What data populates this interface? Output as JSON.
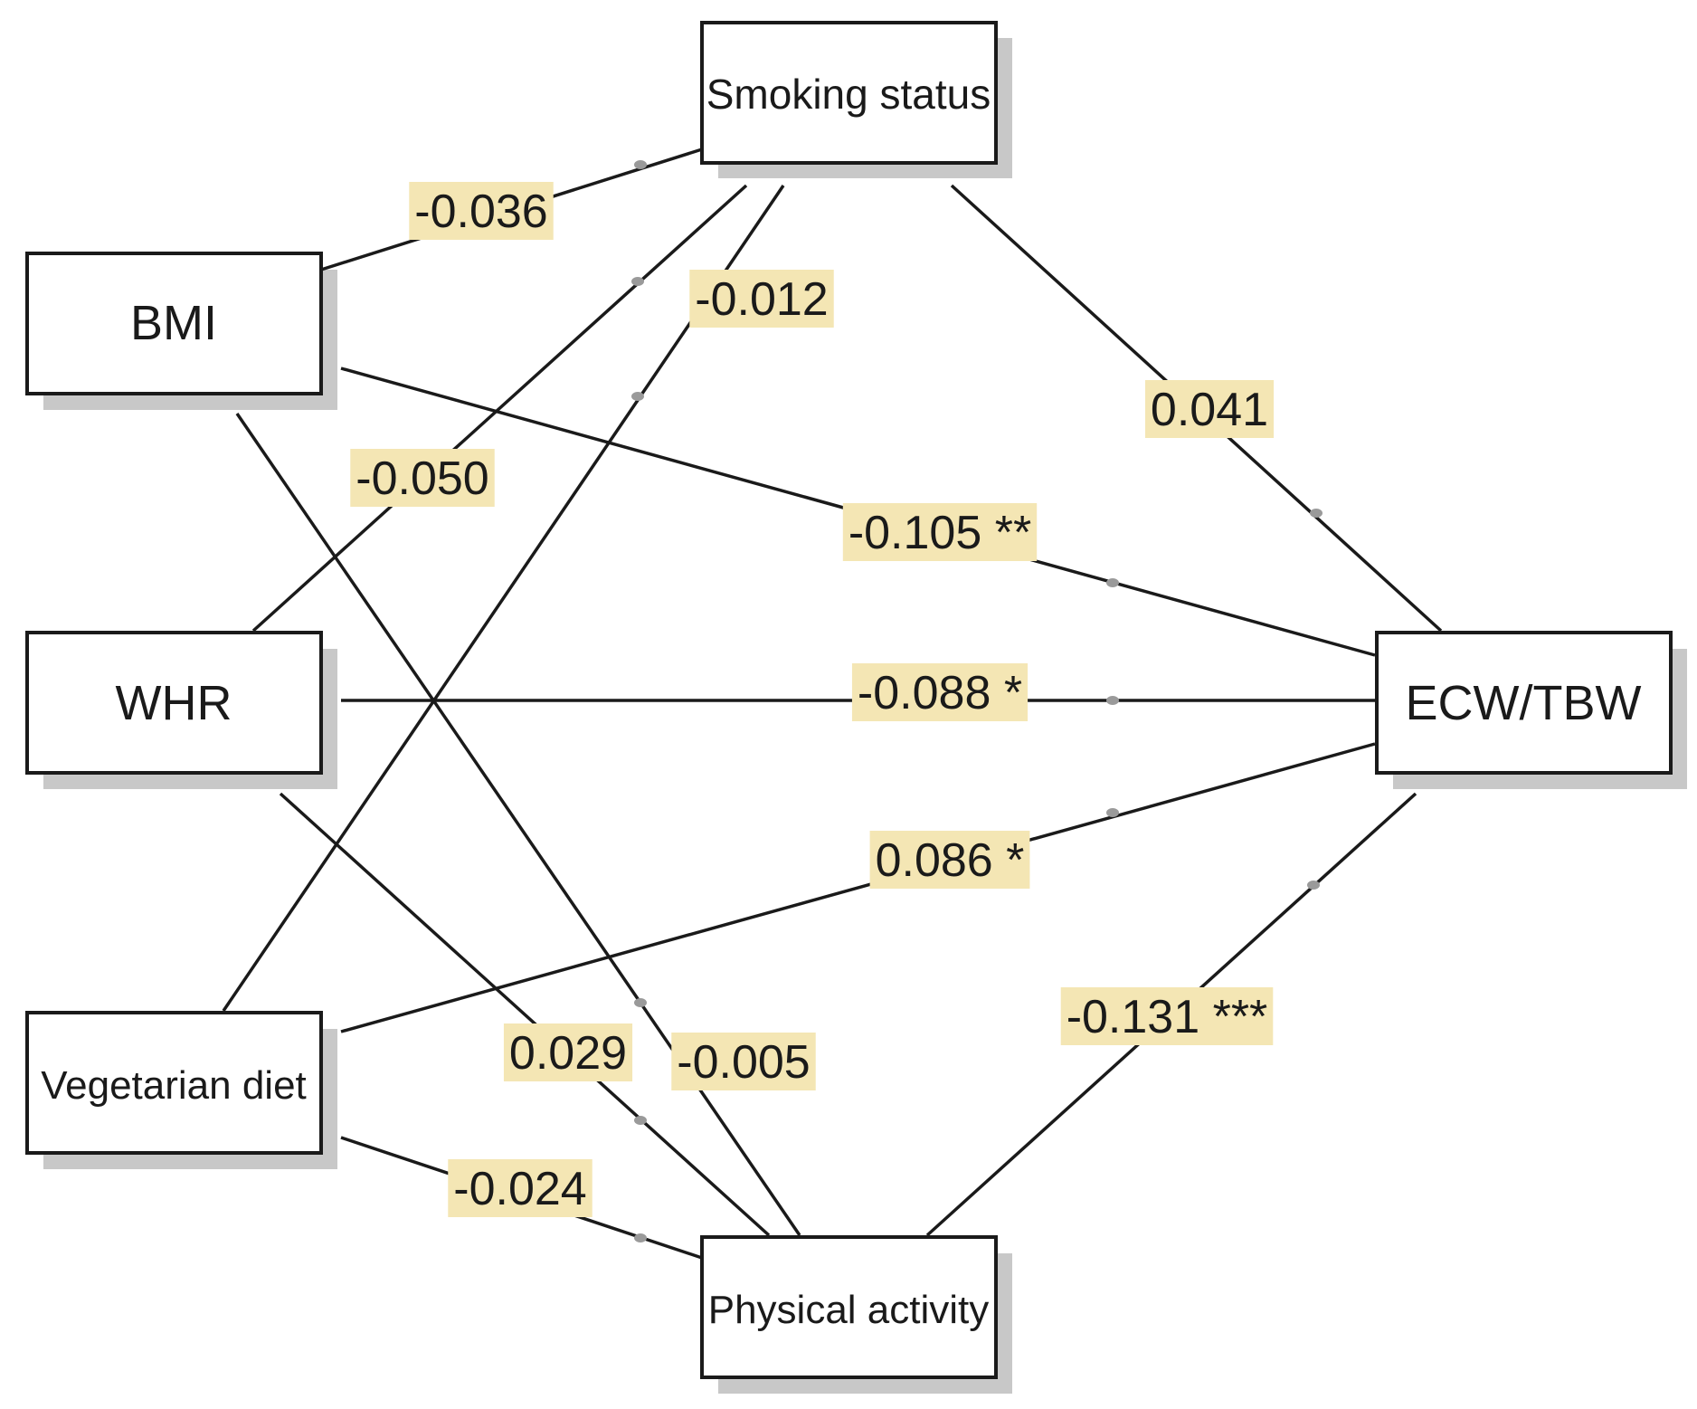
{
  "nodes": [
    {
      "id": "smoking",
      "label": "Smoking status"
    },
    {
      "id": "bmi",
      "label": "BMI"
    },
    {
      "id": "whr",
      "label": "WHR"
    },
    {
      "id": "veg",
      "label": "Vegetarian diet"
    },
    {
      "id": "pa",
      "label": "Physical activity"
    },
    {
      "id": "ecw",
      "label": "ECW/TBW"
    }
  ],
  "paths": [
    {
      "id": "bmi-smoking",
      "from": "bmi",
      "to": "smoking",
      "coefficient": "-0.036"
    },
    {
      "id": "veg-smoking",
      "from": "veg",
      "to": "smoking",
      "coefficient": "-0.012"
    },
    {
      "id": "whr-smoking",
      "from": "whr",
      "to": "smoking",
      "coefficient": "-0.050"
    },
    {
      "id": "smoking-ecw",
      "from": "smoking",
      "to": "ecw",
      "coefficient": "0.041"
    },
    {
      "id": "bmi-ecw",
      "from": "bmi",
      "to": "ecw",
      "coefficient": "-0.105 **"
    },
    {
      "id": "whr-ecw",
      "from": "whr",
      "to": "ecw",
      "coefficient": "-0.088 *"
    },
    {
      "id": "veg-ecw",
      "from": "veg",
      "to": "ecw",
      "coefficient": "0.086 *"
    },
    {
      "id": "pa-ecw",
      "from": "pa",
      "to": "ecw",
      "coefficient": "-0.131 ***"
    },
    {
      "id": "whr-pa",
      "from": "whr",
      "to": "pa",
      "coefficient": "0.029"
    },
    {
      "id": "bmi-pa",
      "from": "bmi",
      "to": "pa",
      "coefficient": "-0.005"
    },
    {
      "id": "veg-pa",
      "from": "veg",
      "to": "pa",
      "coefficient": "-0.024"
    }
  ],
  "colors": {
    "label_highlight": "#f4e6b4",
    "line": "#1a1a1a",
    "box_shadow": "#c8c8c8",
    "arrow_dot": "#9a9a9a"
  }
}
